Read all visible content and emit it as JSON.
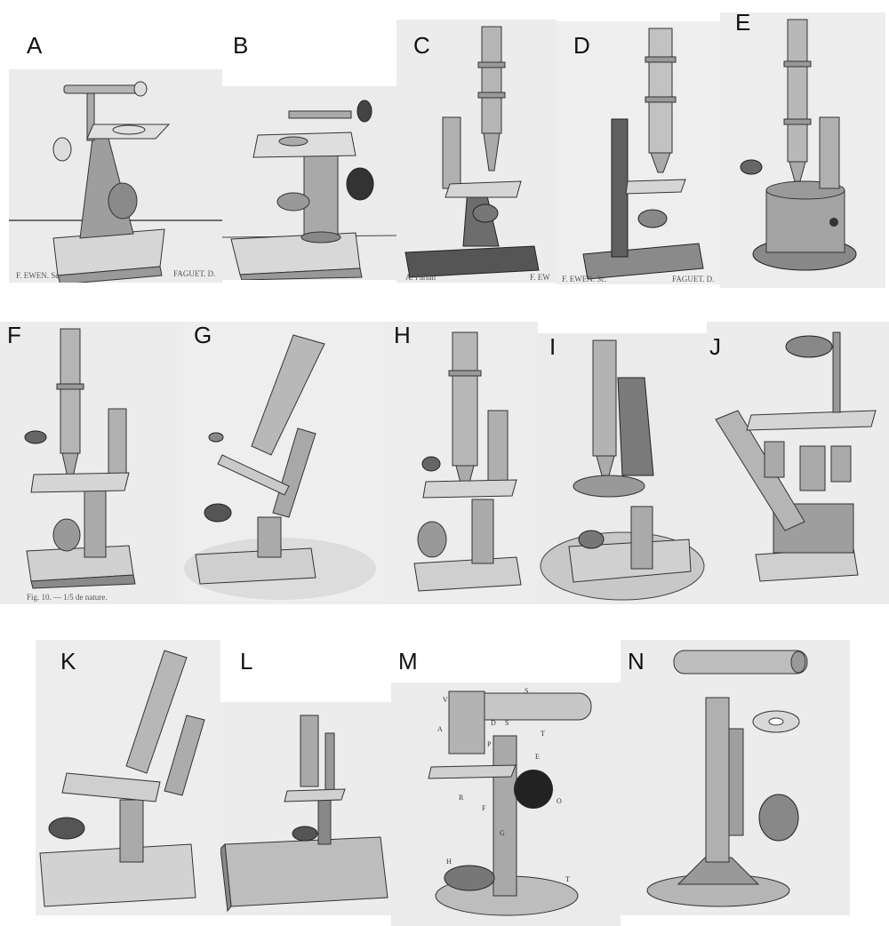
{
  "panels": [
    {
      "letter": "A",
      "credits_left": "F. EWEN. Sc.",
      "credits_right": "FAGUET. D."
    },
    {
      "letter": "B"
    },
    {
      "letter": "C",
      "credits_left": "A. Farlan",
      "credits_right": "F. EW"
    },
    {
      "letter": "D",
      "credits_left": "F. EWEN. Sc.",
      "credits_right": "FAGUET. D."
    },
    {
      "letter": "E"
    },
    {
      "letter": "F",
      "caption": "Fig. 10. — 1/5 de nature."
    },
    {
      "letter": "G"
    },
    {
      "letter": "H"
    },
    {
      "letter": "I"
    },
    {
      "letter": "J"
    },
    {
      "letter": "K"
    },
    {
      "letter": "L"
    },
    {
      "letter": "M",
      "part_labels": [
        "S",
        "V",
        "A",
        "D",
        "S",
        "T",
        "P",
        "E",
        "R",
        "F",
        "O",
        "G",
        "H",
        "T"
      ]
    },
    {
      "letter": "N"
    }
  ],
  "colors": {
    "engraving_bg": "#e9e9e9",
    "ink": "#3a3a3a",
    "metal": "#bdbdbd",
    "shadow": "#7a7a7a"
  }
}
